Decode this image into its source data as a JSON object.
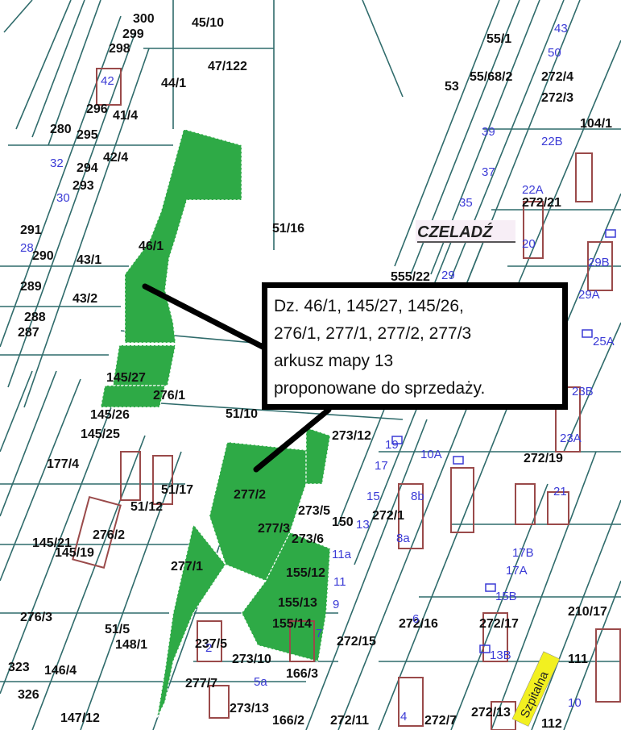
{
  "town_name": "CZELADŹ",
  "street_name": "Szpitalna",
  "callout": {
    "line1": "Dz. 46/1, 145/27, 145/26,",
    "line2": "276/1, 277/1, 277/2, 277/3",
    "line3": "arkusz mapy 13",
    "line4": "proponowane do sprzedaży."
  },
  "colors": {
    "highlight": "#2eaa46",
    "boundary": "#2f6b6b",
    "building": "#9a4a4a",
    "address": "#3b3bd6",
    "street_tag": "#f2f020"
  },
  "parcel_labels": [
    {
      "text": "300"
    },
    {
      "text": "299"
    },
    {
      "text": "45/10"
    },
    {
      "text": "298"
    },
    {
      "text": "47/122"
    },
    {
      "text": "44/1"
    },
    {
      "text": "296"
    },
    {
      "text": "41/4"
    },
    {
      "text": "295"
    },
    {
      "text": "280"
    },
    {
      "text": "294"
    },
    {
      "text": "42/4"
    },
    {
      "text": "293"
    },
    {
      "text": "291"
    },
    {
      "text": "290"
    },
    {
      "text": "43/1"
    },
    {
      "text": "289"
    },
    {
      "text": "43/2"
    },
    {
      "text": "288"
    },
    {
      "text": "287"
    },
    {
      "text": "46/1"
    },
    {
      "text": "51/16"
    },
    {
      "text": "145/27"
    },
    {
      "text": "276/1"
    },
    {
      "text": "145/26"
    },
    {
      "text": "145/25"
    },
    {
      "text": "177/4"
    },
    {
      "text": "51/17"
    },
    {
      "text": "51/12"
    },
    {
      "text": "277/2"
    },
    {
      "text": "277/3"
    },
    {
      "text": "277/1"
    },
    {
      "text": "276/2"
    },
    {
      "text": "145/21"
    },
    {
      "text": "145/19"
    },
    {
      "text": "276/3"
    },
    {
      "text": "51/5"
    },
    {
      "text": "323"
    },
    {
      "text": "146/4"
    },
    {
      "text": "326"
    },
    {
      "text": "147/12"
    },
    {
      "text": "277/7"
    },
    {
      "text": "273/10"
    },
    {
      "text": "273/13"
    },
    {
      "text": "166/2"
    },
    {
      "text": "166/3"
    },
    {
      "text": "272/11"
    },
    {
      "text": "272/15"
    },
    {
      "text": "272/16"
    },
    {
      "text": "272/17"
    },
    {
      "text": "272/19"
    },
    {
      "text": "272/13"
    },
    {
      "text": "272/7"
    },
    {
      "text": "272/1"
    },
    {
      "text": "210/17"
    },
    {
      "text": "111"
    },
    {
      "text": "112"
    },
    {
      "text": "555/22"
    },
    {
      "text": "55/1"
    },
    {
      "text": "55/68/2"
    },
    {
      "text": "272/4"
    },
    {
      "text": "272/3"
    },
    {
      "text": "104/1"
    },
    {
      "text": "272/21"
    },
    {
      "text": "53"
    },
    {
      "text": "273/12"
    },
    {
      "text": "155/12"
    },
    {
      "text": "155/13"
    },
    {
      "text": "155/14"
    },
    {
      "text": "273/5"
    },
    {
      "text": "273/6"
    },
    {
      "text": "150"
    },
    {
      "text": "51/10"
    },
    {
      "text": "237/5"
    },
    {
      "text": "148/1"
    }
  ],
  "address_numbers": [
    {
      "text": "42"
    },
    {
      "text": "32"
    },
    {
      "text": "30"
    },
    {
      "text": "28"
    },
    {
      "text": "43"
    },
    {
      "text": "50"
    },
    {
      "text": "39"
    },
    {
      "text": "37"
    },
    {
      "text": "35"
    },
    {
      "text": "29"
    },
    {
      "text": "20"
    },
    {
      "text": "22B"
    },
    {
      "text": "22A"
    },
    {
      "text": "29B"
    },
    {
      "text": "29A"
    },
    {
      "text": "25A"
    },
    {
      "text": "23B"
    },
    {
      "text": "23A"
    },
    {
      "text": "21"
    },
    {
      "text": "19"
    },
    {
      "text": "17"
    },
    {
      "text": "15"
    },
    {
      "text": "13"
    },
    {
      "text": "11a"
    },
    {
      "text": "11"
    },
    {
      "text": "9"
    },
    {
      "text": "7"
    },
    {
      "text": "10A"
    },
    {
      "text": "8b"
    },
    {
      "text": "8a"
    },
    {
      "text": "6"
    },
    {
      "text": "17B"
    },
    {
      "text": "17A"
    },
    {
      "text": "15B"
    },
    {
      "text": "13B"
    },
    {
      "text": "5a"
    },
    {
      "text": "4"
    },
    {
      "text": "10"
    },
    {
      "text": "2"
    }
  ]
}
